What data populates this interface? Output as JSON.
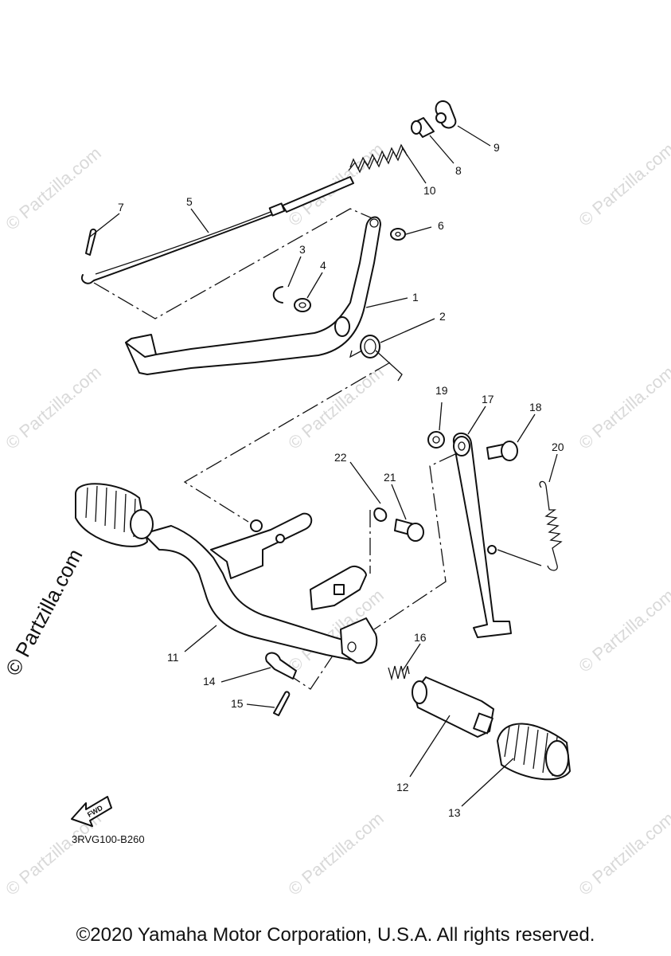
{
  "watermark": {
    "small_text": "© Partzilla.com",
    "large_text": "© Partzilla.com"
  },
  "diagram_code": "3RVG100-B260",
  "fwd_label": "FWD",
  "callouts": [
    "1",
    "2",
    "3",
    "4",
    "5",
    "6",
    "7",
    "8",
    "9",
    "10",
    "11",
    "12",
    "13",
    "14",
    "15",
    "16",
    "17",
    "18",
    "19",
    "20",
    "21",
    "22"
  ],
  "copyright": "©2020 Yamaha Motor Corporation, U.S.A. All rights reserved."
}
